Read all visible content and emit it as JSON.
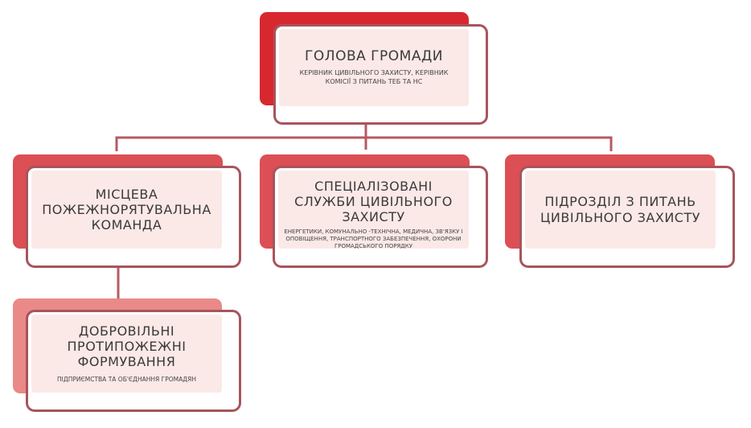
{
  "nodes": {
    "head": {
      "title": "ГОЛОВА ГРОМАДИ",
      "subtitle": "КЕРІВНИК ЦИВІЛЬНОГО ЗАХИСТУ, КЕРІВНИК КОМІСІЇ З ПИТАНЬ ТЕБ ТА НС"
    },
    "fire_team": {
      "title": "МІСЦЕВА ПОЖЕЖНОРЯТУВАЛЬНА КОМАНДА"
    },
    "special_services": {
      "title": "СПЕЦІАЛІЗОВАНІ СЛУЖБИ ЦИВІЛЬНОГО ЗАХИСТУ",
      "subtitle": "ЕНЕРГЕТИКИ, КОМУНАЛЬНО -ТЕХНІЧНА, МЕДИЧНА, ЗВ'ЯЗКУ І ОПОВІЩЕННЯ, ТРАНСПОРТНОГО ЗАБЕЗПЕЧЕННЯ, ОХОРОНИ ГРОМАДСЬКОГО ПОРЯДКУ"
    },
    "cz_unit": {
      "title": "ПІДРОЗДІЛ З ПИТАНЬ ЦИВІЛЬНОГО ЗАХИСТУ"
    },
    "volunteer": {
      "title": "ДОБРОВІЛЬНІ ПРОТИПОЖЕЖНІ ФОРМУВАННЯ",
      "subtitle": "ПІДПРИЄМСТВА ТА ОБ'ЄДНАННЯ ГРОМАДЯН"
    }
  },
  "colors": {
    "head_back": "#d8282f",
    "level2_back": "#db4f55",
    "level3_back": "#e98a88",
    "border": "#a8545c",
    "pane": "#fbe9e7",
    "connector": "#b75a61"
  }
}
